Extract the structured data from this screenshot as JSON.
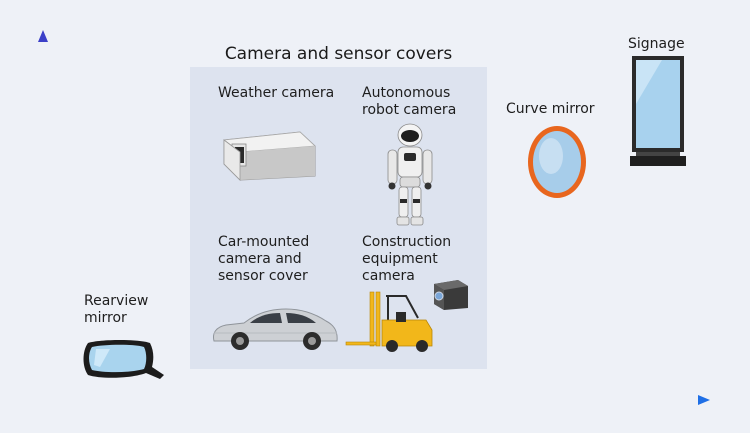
{
  "group": {
    "title": "Camera and sensor covers"
  },
  "items": {
    "weather_camera": "Weather camera",
    "autonomous_robot_camera": [
      "Autonomous",
      "robot camera"
    ],
    "car_mounted": [
      "Car-mounted",
      "camera and",
      "sensor cover"
    ],
    "construction": [
      "Construction",
      "equipment",
      "camera"
    ],
    "rearview_mirror": [
      "Rearview",
      "mirror"
    ],
    "curve_mirror": "Curve mirror",
    "signage": "Signage"
  },
  "colors": {
    "axis_y_top": "#3b3fc8",
    "axis_y_bottom": "#e0174a",
    "axis_x_right": "#1e6fe6",
    "group_box": "#dde3ef",
    "curve_mirror_rim": "#e8661e",
    "forklift_yellow": "#f2b71a"
  }
}
